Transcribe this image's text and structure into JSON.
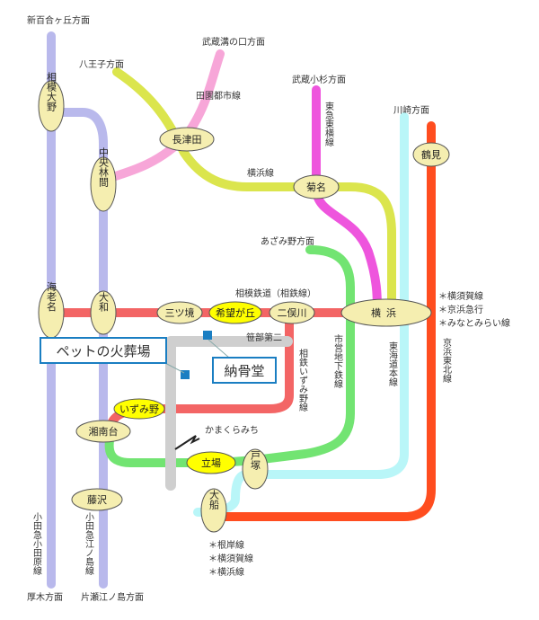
{
  "colors": {
    "odakyu": "#b9b9ec",
    "sotetsu": "#f36565",
    "yokohama": "#dbe54d",
    "denentoshi": "#f7a6d8",
    "toyoko": "#ee55dd",
    "subway": "#72e472",
    "tokaido": "#b9f6f8",
    "keihin": "#ff4d1f",
    "station": "#f5eeb0",
    "highlight": "#ffff00",
    "road": "#cfcfcf",
    "callout": "#1a7ec2"
  },
  "directions": {
    "shinyuri": "新百合ヶ丘方面",
    "hachioji": "八王子方面",
    "musashimizo": "武蔵溝の口方面",
    "musashikosugi": "武蔵小杉方面",
    "kawasaki": "川崎方面",
    "azamino": "あざみ野方面",
    "atsugi": "厚木方面",
    "katase": "片瀬江ノ島方面"
  },
  "lines": {
    "denentoshi": "田園都市線",
    "yokohama_top": "横浜線",
    "toyoko": "東急東横線",
    "sotetsu": "相模鉄道（相鉄線）",
    "izumino": "相鉄いずみ野線",
    "subway": "市営地下鉄線",
    "tokaido": "東海道本線",
    "keihin": "京浜東北線",
    "odawara": "小田急小田原線",
    "enoshima": "小田急江ノ島線",
    "kamakura": "かまくらみち",
    "yokohama_note": "＊横須賀線",
    "keikyu_note": "＊京浜急行",
    "minatomirai_note": "＊みなとみらい線",
    "negishi_note": "＊根岸線",
    "yokosuka_note": "＊横須賀線",
    "yokohama2_note": "＊横浜線"
  },
  "stations": {
    "sagami_ono": "相模大野",
    "chuo_rinkan": "中央林間",
    "nagatsuta": "長津田",
    "kikuna": "菊名",
    "kohoku": "鶴見",
    "ebina": "海老名",
    "yamato": "大和",
    "mitsukyo": "三ツ境",
    "kibogaoka": "希望が丘",
    "futamatagawa": "二俣川",
    "yokohama": "横浜",
    "izumino": "いずみ野",
    "shonandai": "湘南台",
    "tateba": "立場",
    "totsuka": "戸塚",
    "fujisawa": "藤沢",
    "ofuna": "大船"
  },
  "landmarks": {
    "school": "笹部第二"
  },
  "callouts": {
    "pet": "ペットの火葬場",
    "nokotsudo": "納骨堂"
  }
}
